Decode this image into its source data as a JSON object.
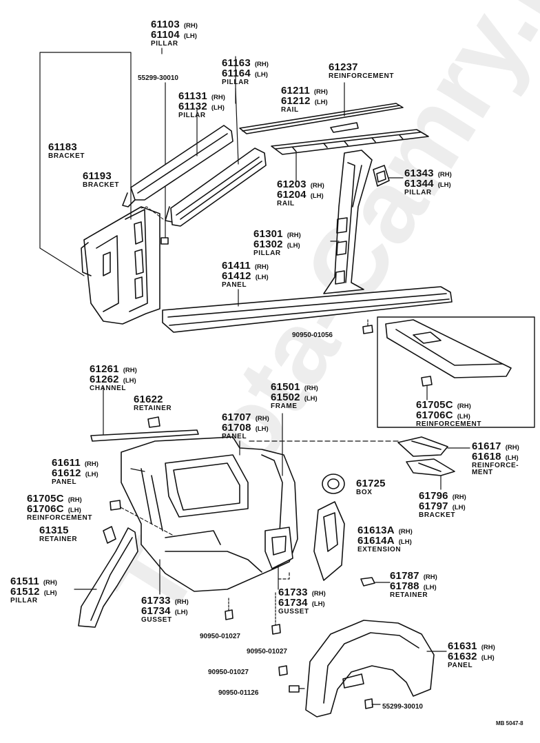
{
  "watermark": "Toyota-Camry.ru",
  "diagram_code": "MB 5047-8",
  "parts": [
    {
      "id": "p61103",
      "lines": [
        [
          "61103",
          "(RH)"
        ],
        [
          "61104",
          "(LH)"
        ]
      ],
      "name": "PILLAR"
    },
    {
      "id": "p55299a",
      "single": "55299-30010"
    },
    {
      "id": "p61163",
      "lines": [
        [
          "61163",
          "(RH)"
        ],
        [
          "61164",
          "(LH)"
        ]
      ],
      "name": "PILLAR"
    },
    {
      "id": "p61237",
      "lines": [
        [
          "61237",
          ""
        ]
      ],
      "name": "REINFORCEMENT"
    },
    {
      "id": "p61211",
      "lines": [
        [
          "61211",
          "(RH)"
        ],
        [
          "61212",
          "(LH)"
        ]
      ],
      "name": "RAIL"
    },
    {
      "id": "p61131",
      "lines": [
        [
          "61131",
          "(RH)"
        ],
        [
          "61132",
          "(LH)"
        ]
      ],
      "name": "PILLAR"
    },
    {
      "id": "p61183",
      "lines": [
        [
          "61183",
          ""
        ]
      ],
      "name": "BRACKET"
    },
    {
      "id": "p61193",
      "lines": [
        [
          "61193",
          ""
        ]
      ],
      "name": "BRACKET"
    },
    {
      "id": "p61203",
      "lines": [
        [
          "61203",
          "(RH)"
        ],
        [
          "61204",
          "(LH)"
        ]
      ],
      "name": "RAIL"
    },
    {
      "id": "p61343",
      "lines": [
        [
          "61343",
          "(RH)"
        ],
        [
          "61344",
          "(LH)"
        ]
      ],
      "name": "PILLAR"
    },
    {
      "id": "p61301",
      "lines": [
        [
          "61301",
          "(RH)"
        ],
        [
          "61302",
          "(LH)"
        ]
      ],
      "name": "PILLAR"
    },
    {
      "id": "p61411",
      "lines": [
        [
          "61411",
          "(RH)"
        ],
        [
          "61412",
          "(LH)"
        ]
      ],
      "name": "PANEL"
    },
    {
      "id": "p90950a",
      "single": "90950-01056"
    },
    {
      "id": "p61261",
      "lines": [
        [
          "61261",
          "(RH)"
        ],
        [
          "61262",
          "(LH)"
        ]
      ],
      "name": "CHANNEL"
    },
    {
      "id": "p61622",
      "lines": [
        [
          "61622",
          ""
        ]
      ],
      "name": "RETAINER"
    },
    {
      "id": "p61501",
      "lines": [
        [
          "61501",
          "(RH)"
        ],
        [
          "61502",
          "(LH)"
        ]
      ],
      "name": "FRAME"
    },
    {
      "id": "p61707",
      "lines": [
        [
          "61707",
          "(RH)"
        ],
        [
          "61708",
          "(LH)"
        ]
      ],
      "name": "PANEL"
    },
    {
      "id": "p61705b",
      "lines": [
        [
          "61705C",
          "(RH)"
        ],
        [
          "61706C",
          "(LH)"
        ]
      ],
      "name": "REINFORCEMENT"
    },
    {
      "id": "p61617",
      "lines": [
        [
          "61617",
          "(RH)"
        ],
        [
          "61618",
          "(LH)"
        ]
      ],
      "name": "REINFORCE-MENT"
    },
    {
      "id": "p61611",
      "lines": [
        [
          "61611",
          "(RH)"
        ],
        [
          "61612",
          "(LH)"
        ]
      ],
      "name": "PANEL"
    },
    {
      "id": "p61725",
      "lines": [
        [
          "61725",
          ""
        ]
      ],
      "name": "BOX"
    },
    {
      "id": "p61796",
      "lines": [
        [
          "61796",
          "(RH)"
        ],
        [
          "61797",
          "(LH)"
        ]
      ],
      "name": "BRACKET"
    },
    {
      "id": "p61705a",
      "lines": [
        [
          "61705C",
          "(RH)"
        ],
        [
          "61706C",
          "(LH)"
        ]
      ],
      "name": "REINFORCEMENT"
    },
    {
      "id": "p61315",
      "lines": [
        [
          "61315",
          ""
        ]
      ],
      "name": "RETAINER"
    },
    {
      "id": "p61613",
      "lines": [
        [
          "61613A",
          "(RH)"
        ],
        [
          "61614A",
          "(LH)"
        ]
      ],
      "name": "EXTENSION"
    },
    {
      "id": "p61787",
      "lines": [
        [
          "61787",
          "(RH)"
        ],
        [
          "61788",
          "(LH)"
        ]
      ],
      "name": "RETAINER"
    },
    {
      "id": "p61511",
      "lines": [
        [
          "61511",
          "(RH)"
        ],
        [
          "61512",
          "(LH)"
        ]
      ],
      "name": "PILLAR"
    },
    {
      "id": "p61733a",
      "lines": [
        [
          "61733",
          "(RH)"
        ],
        [
          "61734",
          "(LH)"
        ]
      ],
      "name": "GUSSET"
    },
    {
      "id": "p61733b",
      "lines": [
        [
          "61733",
          "(RH)"
        ],
        [
          "61734",
          "(LH)"
        ]
      ],
      "name": "GUSSET"
    },
    {
      "id": "p90950b",
      "single": "90950-01027"
    },
    {
      "id": "p90950c",
      "single": "90950-01027"
    },
    {
      "id": "p61631",
      "lines": [
        [
          "61631",
          "(RH)"
        ],
        [
          "61632",
          "(LH)"
        ]
      ],
      "name": "PANEL"
    },
    {
      "id": "p90950d",
      "single": "90950-01027"
    },
    {
      "id": "p90950e",
      "single": "90950-01126"
    },
    {
      "id": "p55299b",
      "single": "55299-30010"
    }
  ]
}
